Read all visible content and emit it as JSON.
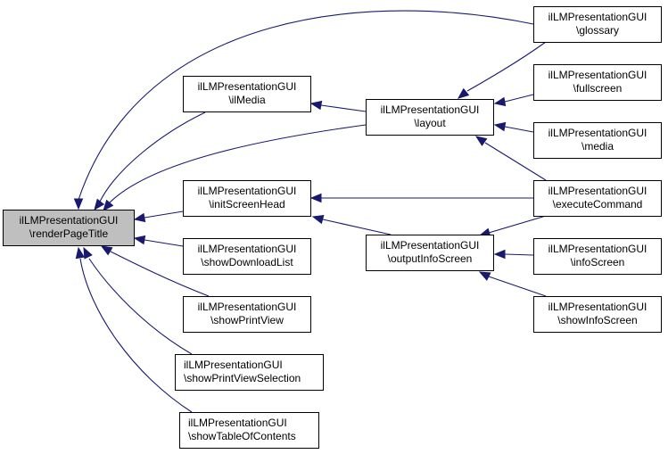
{
  "diagram": {
    "type": "call-graph",
    "colors": {
      "edge": "#191970",
      "focus_fill": "#bfbfbf",
      "node_fill": "#ffffff",
      "node_border": "#000000"
    },
    "nodes": [
      {
        "id": "renderPageTitle",
        "line1": "ilLMPresentationGUI",
        "line2": "\\renderPageTitle",
        "focus": true
      },
      {
        "id": "ilMedia",
        "line1": "ilLMPresentationGUI",
        "line2": "\\ilMedia"
      },
      {
        "id": "initScreenHead",
        "line1": "ilLMPresentationGUI",
        "line2": "\\initScreenHead"
      },
      {
        "id": "showDownloadList",
        "line1": "ilLMPresentationGUI",
        "line2": "\\showDownloadList"
      },
      {
        "id": "showPrintView",
        "line1": "ilLMPresentationGUI",
        "line2": "\\showPrintView"
      },
      {
        "id": "showPrintViewSelection",
        "line1": "ilLMPresentationGUI",
        "line2": "\\showPrintViewSelection"
      },
      {
        "id": "showTableOfContents",
        "line1": "ilLMPresentationGUI",
        "line2": "\\showTableOfContents"
      },
      {
        "id": "layout",
        "line1": "ilLMPresentationGUI",
        "line2": "\\layout"
      },
      {
        "id": "outputInfoScreen",
        "line1": "ilLMPresentationGUI",
        "line2": "\\outputInfoScreen"
      },
      {
        "id": "glossary",
        "line1": "ilLMPresentationGUI",
        "line2": "\\glossary"
      },
      {
        "id": "fullscreen",
        "line1": "ilLMPresentationGUI",
        "line2": "\\fullscreen"
      },
      {
        "id": "media",
        "line1": "ilLMPresentationGUI",
        "line2": "\\media"
      },
      {
        "id": "executeCommand",
        "line1": "ilLMPresentationGUI",
        "line2": "\\executeCommand"
      },
      {
        "id": "infoScreen",
        "line1": "ilLMPresentationGUI",
        "line2": "\\infoScreen"
      },
      {
        "id": "showInfoScreen",
        "line1": "ilLMPresentationGUI",
        "line2": "\\showInfoScreen"
      }
    ],
    "edges": [
      {
        "from": "glossary",
        "to": "renderPageTitle"
      },
      {
        "from": "ilMedia",
        "to": "renderPageTitle"
      },
      {
        "from": "layout",
        "to": "renderPageTitle"
      },
      {
        "from": "initScreenHead",
        "to": "renderPageTitle"
      },
      {
        "from": "showDownloadList",
        "to": "renderPageTitle"
      },
      {
        "from": "showPrintView",
        "to": "renderPageTitle"
      },
      {
        "from": "showPrintViewSelection",
        "to": "renderPageTitle"
      },
      {
        "from": "showTableOfContents",
        "to": "renderPageTitle"
      },
      {
        "from": "layout",
        "to": "ilMedia"
      },
      {
        "from": "glossary",
        "to": "layout"
      },
      {
        "from": "fullscreen",
        "to": "layout"
      },
      {
        "from": "media",
        "to": "layout"
      },
      {
        "from": "executeCommand",
        "to": "layout"
      },
      {
        "from": "executeCommand",
        "to": "initScreenHead"
      },
      {
        "from": "outputInfoScreen",
        "to": "initScreenHead"
      },
      {
        "from": "executeCommand",
        "to": "outputInfoScreen"
      },
      {
        "from": "infoScreen",
        "to": "outputInfoScreen"
      },
      {
        "from": "showInfoScreen",
        "to": "outputInfoScreen"
      }
    ]
  }
}
